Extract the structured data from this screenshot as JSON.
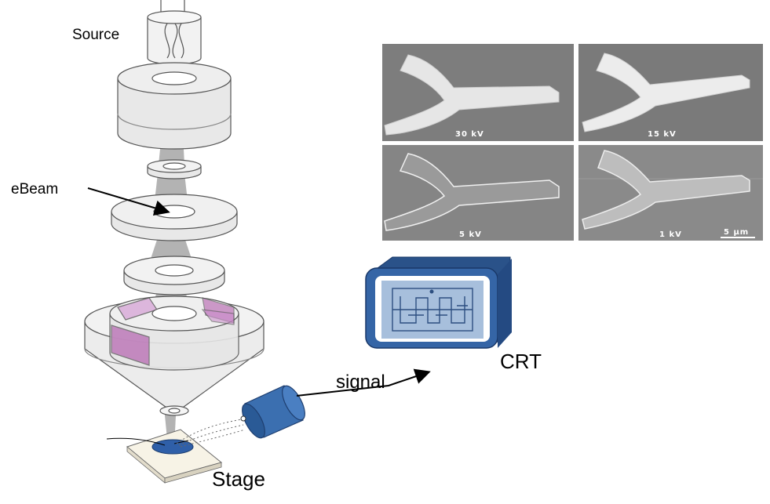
{
  "labels": {
    "source": "Source",
    "ebeam": "eBeam",
    "signal": "signal",
    "crt": "CRT",
    "stage": "Stage"
  },
  "micrographs": [
    {
      "voltage": "30 kV"
    },
    {
      "voltage": "15 kV"
    },
    {
      "voltage": "5 kV"
    },
    {
      "voltage": "1 kV"
    }
  ],
  "scale_bar": "5 µm",
  "colors": {
    "beam": "#b3b3b3",
    "lens_face": "#e8e8e8",
    "lens_edge": "#555555",
    "detector_blue": "#3b6fb0",
    "crt_blue": "#2f5b98",
    "screen_bg": "#a7bfdc",
    "magenta": "#b86bb3",
    "micrograph_bg": "#7d7d7d",
    "structure": "#e6e6e6"
  },
  "icons": [
    "electron-source-icon",
    "detector-icon",
    "crt-monitor-icon",
    "arrow-icon"
  ]
}
